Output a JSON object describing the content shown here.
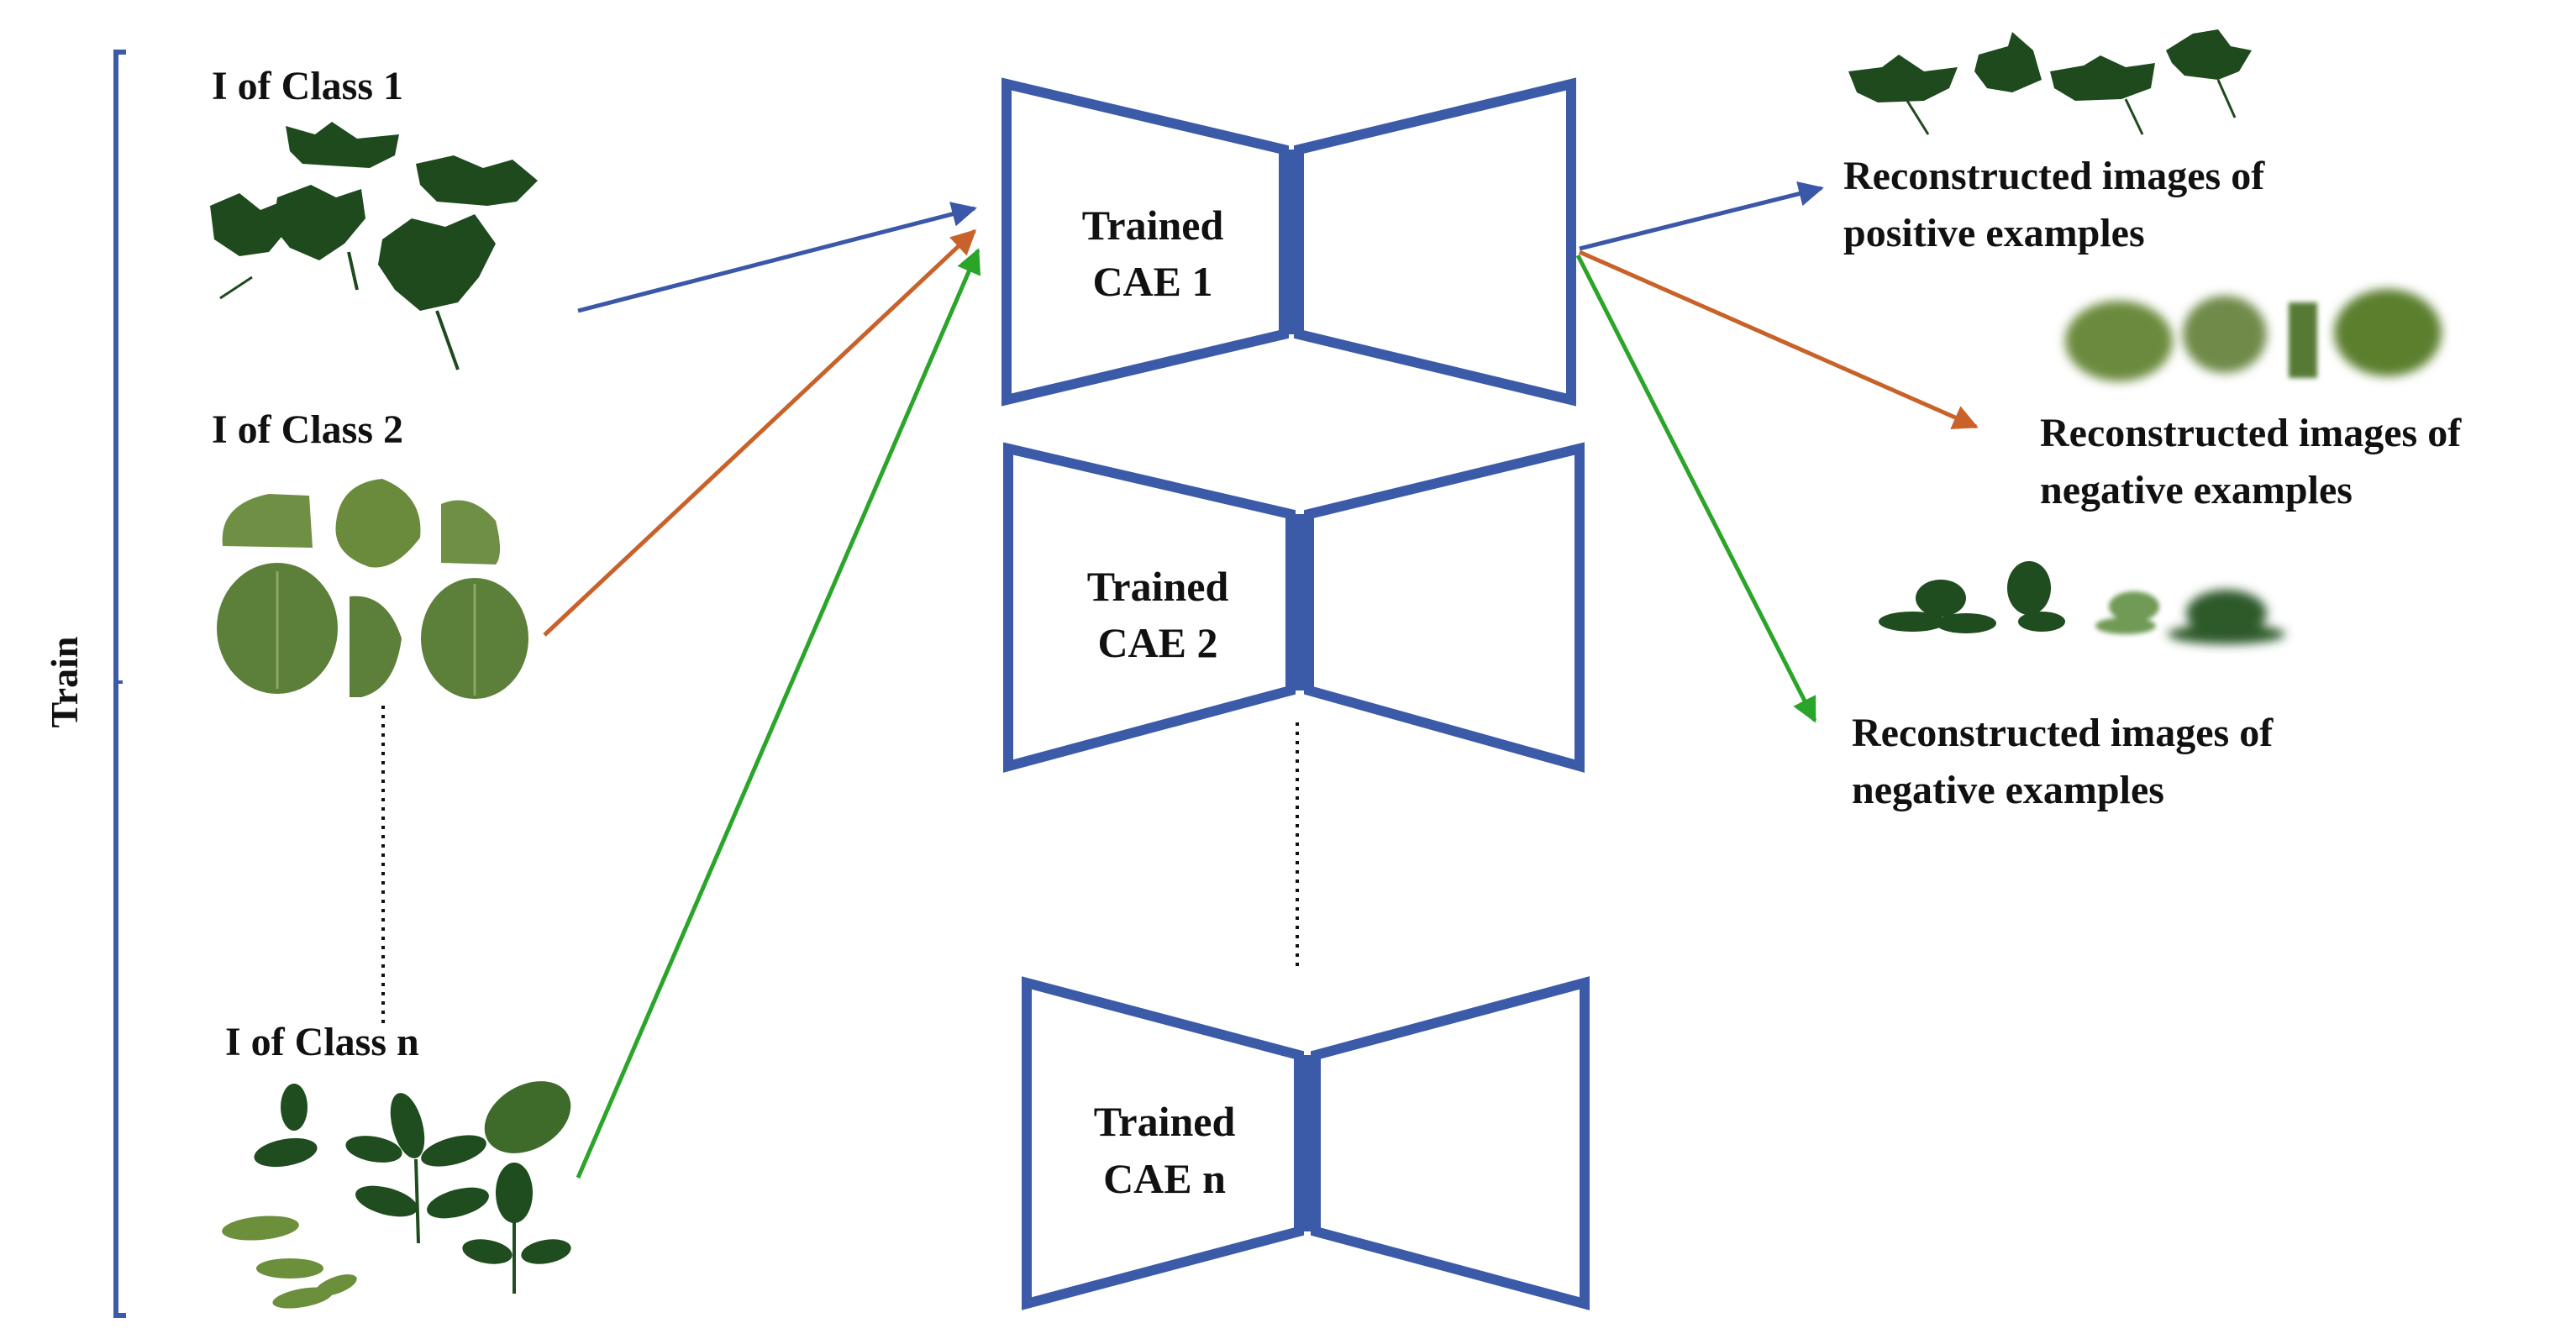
{
  "train_label": "Train",
  "classes": [
    {
      "label": "I of Class 1"
    },
    {
      "label": "I of Class 2"
    },
    {
      "label": "I of Class n"
    }
  ],
  "models": [
    {
      "line1": "Trained",
      "line2": "CAE 1"
    },
    {
      "line1": "Trained",
      "line2": "CAE 2"
    },
    {
      "line1": "Trained",
      "line2": "CAE n"
    }
  ],
  "outputs": [
    {
      "line1": "Reconstructed images of",
      "line2": "positive examples"
    },
    {
      "line1": "Reconstructed images of",
      "line2": "negative examples"
    },
    {
      "line1": "Reconstructed images of",
      "line2": "negative examples"
    }
  ],
  "colors": {
    "cae_outline": "#3b5aa8",
    "arrow_class1": "#3a57a8",
    "arrow_class2": "#c8622a",
    "arrow_classn": "#2aa52a",
    "bracket": "#3b5aa8",
    "leaf_dark": "#1e4a1e",
    "leaf_medium": "#5c7f3a",
    "leaf_light": "#7d9a4f"
  }
}
